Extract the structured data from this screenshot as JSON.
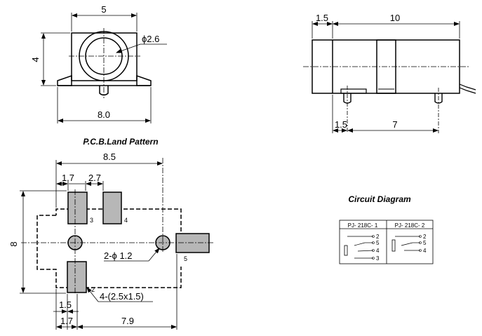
{
  "front_view": {
    "width_dim": "5",
    "height_dim": "4",
    "hole_dim": "ϕ2.6",
    "base_width_dim": "8.0"
  },
  "side_view": {
    "offset_dim": "1.5",
    "length_dim": "10",
    "bottom_offset_dim": "1.5",
    "pin_spacing_dim": "7"
  },
  "pcb": {
    "title": "P.C.B.Land Pattern",
    "overall_width_dim": "8.5",
    "dim_1_7_top": "1.7",
    "dim_2_7": "2.7",
    "height_dim": "8",
    "hole_note": "2-ϕ 1.2",
    "pad_note": "4-(2.5x1.5)",
    "dim_1_5": "1.5",
    "dim_1_7_bottom": "1.7",
    "dim_7_9": "7.9",
    "pad_labels": [
      "3",
      "4",
      "2",
      "5"
    ]
  },
  "circuit": {
    "title": "Circuit Diagram",
    "col1_header": "PJ- 218C- 1",
    "col2_header": "PJ- 218C- 2",
    "col1_pins": [
      "2",
      "5",
      "4",
      "3"
    ],
    "col2_pins": [
      "2",
      "5",
      "4"
    ]
  }
}
